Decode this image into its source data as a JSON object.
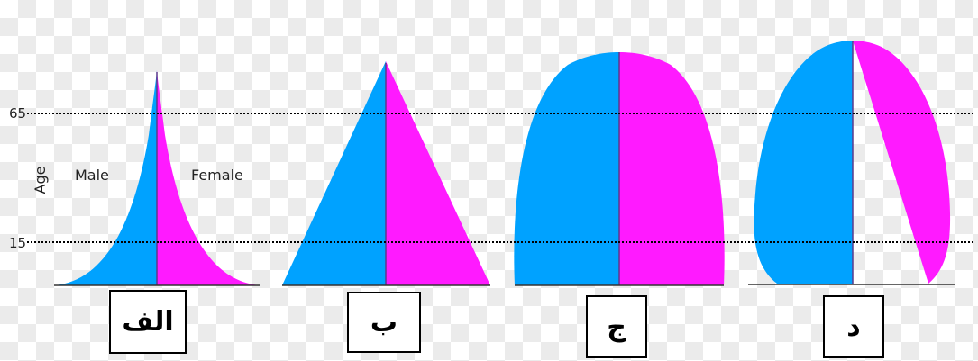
{
  "axis": {
    "title": "Age",
    "ticks": [
      65,
      15
    ]
  },
  "sides": {
    "left": "Male",
    "right": "Female"
  },
  "colors": {
    "male": "#00a2ff",
    "female": "#ff1aff",
    "divider": "#5b3a8c",
    "guide_line": "#000000"
  },
  "pyramids": [
    {
      "label": "الف",
      "shape": "concave-triangle"
    },
    {
      "label": "ب",
      "shape": "triangle"
    },
    {
      "label": "ج",
      "shape": "dome"
    },
    {
      "label": "د",
      "shape": "bulging-dome"
    }
  ]
}
